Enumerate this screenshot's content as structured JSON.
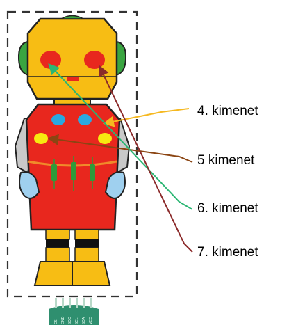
{
  "outputs": [
    {
      "label": "4. kimenet",
      "color": "#f5b820",
      "target": "right-blue-eye-led"
    },
    {
      "label": "5 kimenet",
      "color": "#8b4513",
      "target": "left-yellow-chest-led"
    },
    {
      "label": "6. kimenet",
      "color": "#2bb673",
      "target": "left-red-eye-led"
    },
    {
      "label": "7. kimenet",
      "color": "#8b2a2a",
      "target": "right-red-eye-led"
    }
  ],
  "connector": {
    "pins": [
      "CS",
      "GND",
      "SDO",
      "SCL",
      "SDA",
      "VCC"
    ]
  },
  "colors": {
    "robot_body": "#e8271e",
    "robot_head": "#f7bd14",
    "ears": "#3aa541",
    "hands": "#9fd0ef",
    "blue_leds": "#2aa8e0",
    "yellow_leds": "#f7ea10",
    "green_leds": "#2f9a3a",
    "border": "#333333",
    "pcb": "#2f8f6f"
  }
}
